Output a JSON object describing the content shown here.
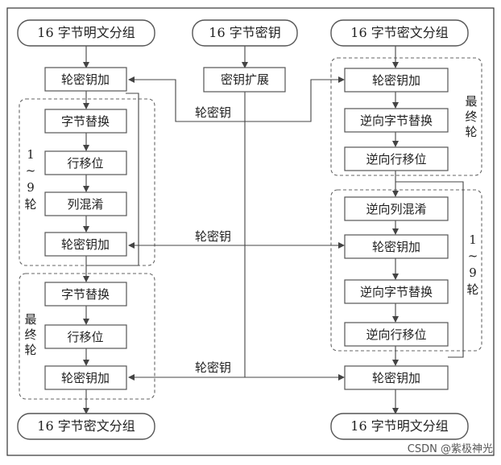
{
  "input_plain": "16 字节明文分组",
  "key": "16 字节密钥",
  "input_cipher": "16 字节密文分组",
  "output_cipher": "16 字节密文分组",
  "output_plain": "16 字节明文分组",
  "key_expansion": "密钥扩展",
  "round_key_label": "轮密钥",
  "enc": {
    "add_round_key_initial": "轮密钥加",
    "round_label": [
      "1",
      "~",
      "9",
      "轮"
    ],
    "round_steps": [
      "字节替换",
      "行移位",
      "列混淆",
      "轮密钥加"
    ],
    "final_label": [
      "最",
      "终",
      "轮"
    ],
    "final_steps": [
      "字节替换",
      "行移位",
      "轮密钥加"
    ]
  },
  "dec": {
    "final_label": [
      "最",
      "终",
      "轮"
    ],
    "final_steps": [
      "轮密钥加",
      "逆向字节替换",
      "逆向行移位"
    ],
    "round_label": [
      "1",
      "~",
      "9",
      "轮"
    ],
    "round_steps": [
      "逆向列混淆",
      "轮密钥加",
      "逆向字节替换",
      "逆向行移位"
    ],
    "add_round_key_last": "轮密钥加"
  },
  "watermark": "CSDN @紫极神光"
}
